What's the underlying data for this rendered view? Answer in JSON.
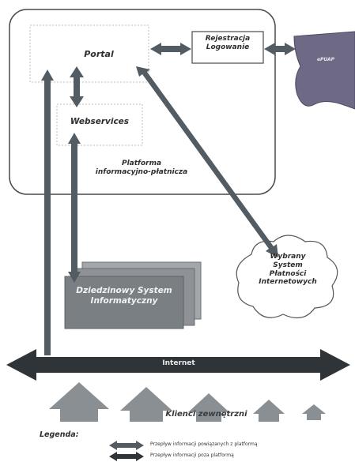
{
  "nodes": {
    "portal": "Portal",
    "rejestracja": "Rejestracja\nLogowanie",
    "epuap": "ePUAP",
    "epuap_sub": "",
    "webservices": "Webservices",
    "platforma": "Platforma\ninformacyjno-płatnicza",
    "system_platnosci": "Wybrany\nSystem\nPłatności\nInternetowych",
    "dziedzinowy": "Dziedzinowy System\nInformatyczny",
    "internet": "Internet",
    "klienci": "Klienci zewnętrzni"
  },
  "legend": {
    "title": "Legenda:",
    "item_inner": "Przepływ informacji powiązanych z platformą",
    "item_outer": "Przepływ informacji poza platformą"
  },
  "colors": {
    "arrow_inner": "#535c63",
    "arrow_outer": "#2f3438",
    "box_fill": "#7a7f84",
    "epuap_fill": "#6e6a85",
    "border": "#4a4a4a"
  }
}
